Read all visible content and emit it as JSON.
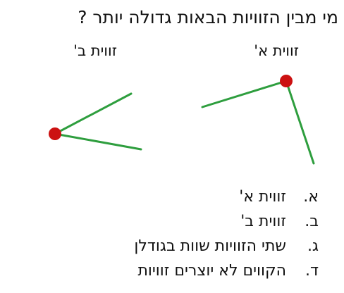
{
  "question": "מי מבין הזוויות הבאות גדולה יותר ?",
  "figure": {
    "angle_a_label": "זווית א'",
    "angle_b_label": "זווית ב'",
    "line_color": "#2e9e3e",
    "vertex_color": "#cc1111"
  },
  "options": [
    {
      "letter": "א.",
      "text": "זווית א'"
    },
    {
      "letter": "ב.",
      "text": "זווית ב'"
    },
    {
      "letter": "ג.",
      "text": "שתי הזוויות שוות בגודלן"
    },
    {
      "letter": "ד.",
      "text": "הקווים לא יוצרים זוויות"
    }
  ]
}
